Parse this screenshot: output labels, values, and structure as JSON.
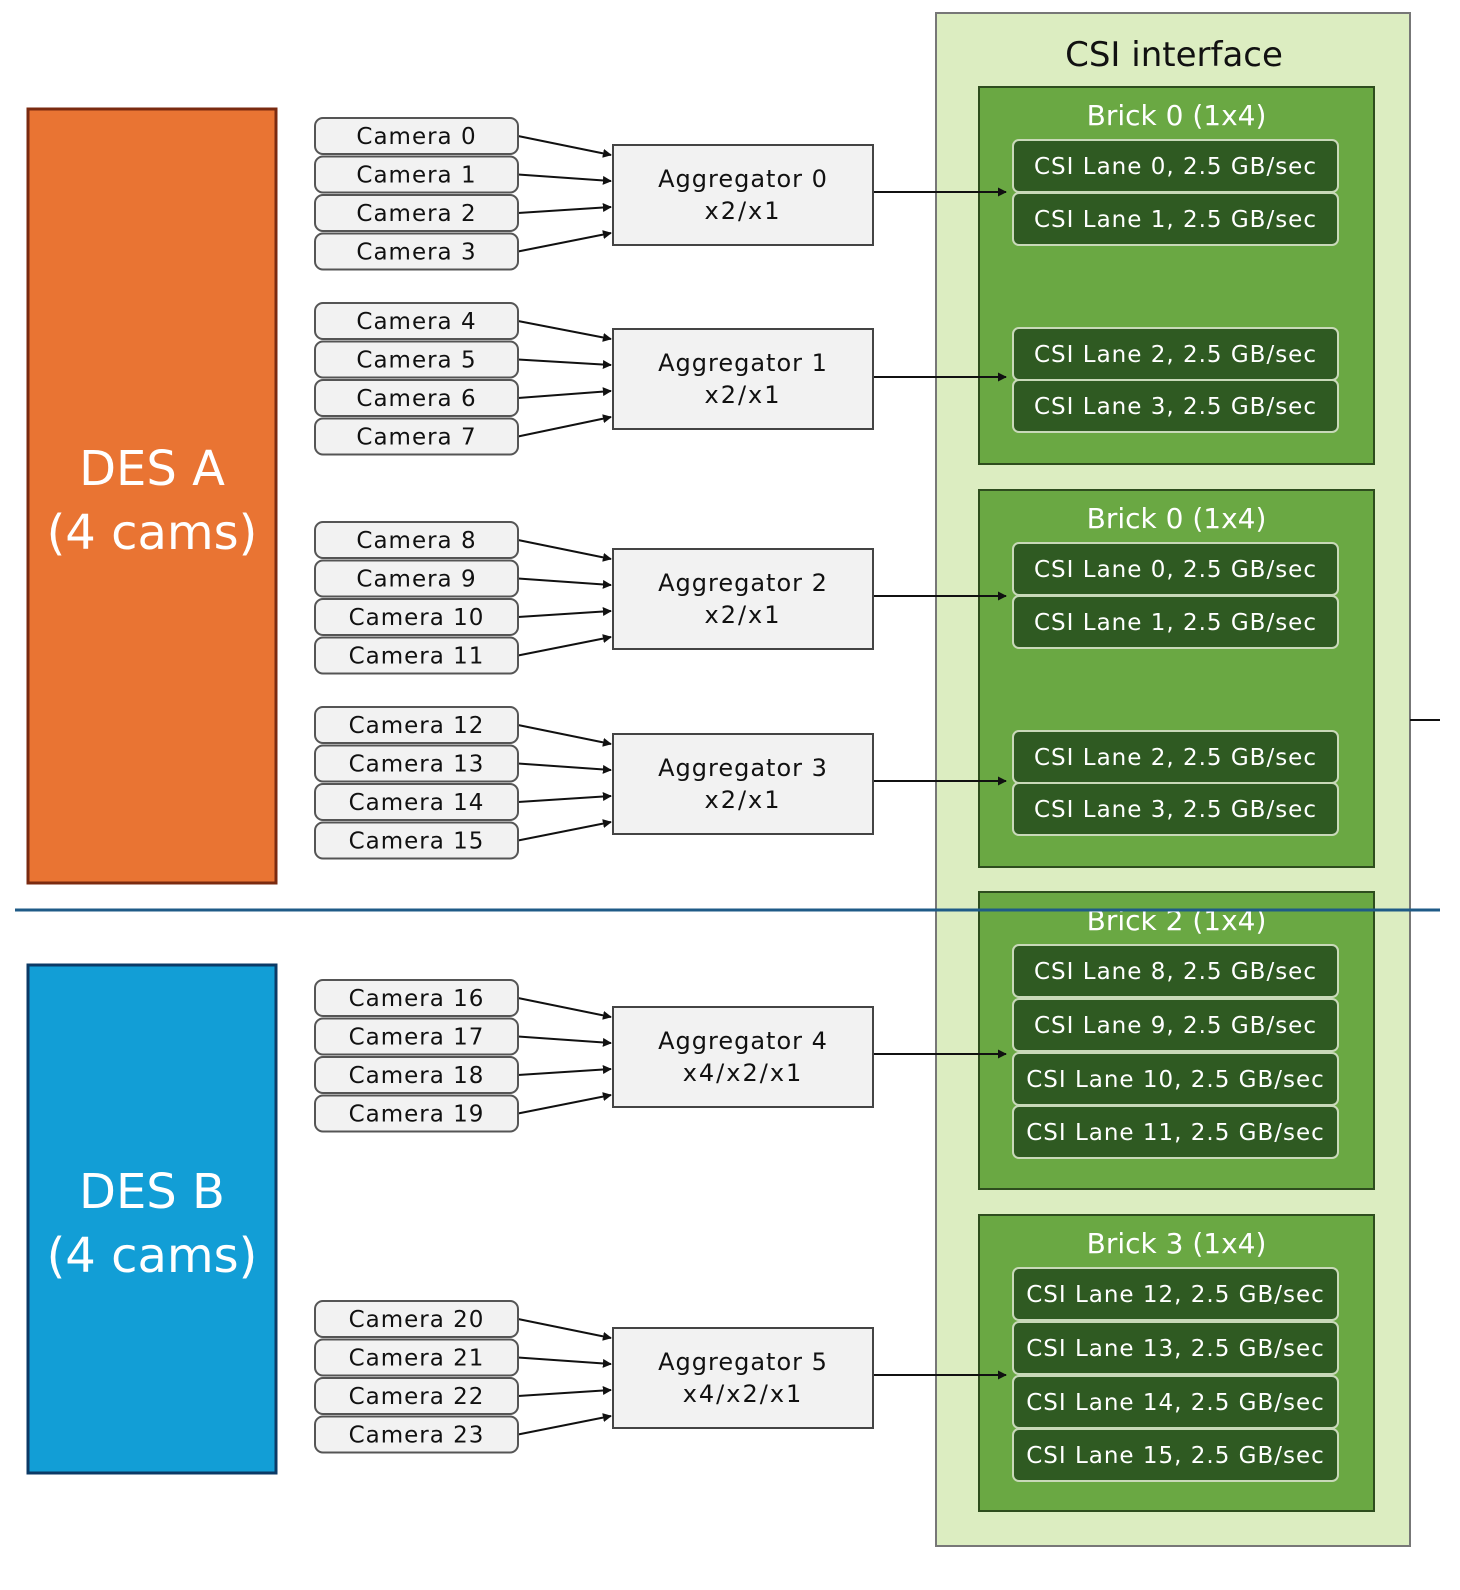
{
  "des": [
    {
      "line1": "DES A",
      "line2": "(4 cams)",
      "color": "#e97433",
      "border": "#7a2a10"
    },
    {
      "line1": "DES B",
      "line2": "(4 cams)",
      "color": "#129ed6",
      "border": "#0b3a66"
    }
  ],
  "aggregators": [
    {
      "name": "Aggregator 0",
      "mode": "x2/x1",
      "cameras": [
        "Camera 0",
        "Camera 1",
        "Camera 2",
        "Camera 3"
      ]
    },
    {
      "name": "Aggregator 1",
      "mode": "x2/x1",
      "cameras": [
        "Camera 4",
        "Camera 5",
        "Camera 6",
        "Camera 7"
      ]
    },
    {
      "name": "Aggregator 2",
      "mode": "x2/x1",
      "cameras": [
        "Camera 8",
        "Camera 9",
        "Camera 10",
        "Camera 11"
      ]
    },
    {
      "name": "Aggregator 3",
      "mode": "x2/x1",
      "cameras": [
        "Camera 12",
        "Camera 13",
        "Camera 14",
        "Camera 15"
      ]
    },
    {
      "name": "Aggregator 4",
      "mode": "x4/x2/x1",
      "cameras": [
        "Camera 16",
        "Camera 17",
        "Camera 18",
        "Camera 19"
      ]
    },
    {
      "name": "Aggregator 5",
      "mode": "x4/x2/x1",
      "cameras": [
        "Camera 20",
        "Camera 21",
        "Camera 22",
        "Camera 23"
      ]
    }
  ],
  "csi": {
    "title": "CSI interface",
    "bricks": [
      {
        "title": "Brick 0 (1x4)",
        "lanes": [
          "CSI Lane 0, 2.5 GB/sec",
          "CSI Lane 1, 2.5 GB/sec",
          "CSI Lane 2, 2.5 GB/sec",
          "CSI Lane 3, 2.5 GB/sec"
        ]
      },
      {
        "title": "Brick 0 (1x4)",
        "lanes": [
          "CSI Lane 0, 2.5 GB/sec",
          "CSI Lane 1, 2.5 GB/sec",
          "CSI Lane 2, 2.5 GB/sec",
          "CSI Lane 3, 2.5 GB/sec"
        ]
      },
      {
        "title": "Brick 2 (1x4)",
        "lanes": [
          "CSI Lane 8, 2.5 GB/sec",
          "CSI Lane 9, 2.5 GB/sec",
          "CSI Lane 10, 2.5 GB/sec",
          "CSI Lane 11, 2.5 GB/sec"
        ]
      },
      {
        "title": "Brick 3 (1x4)",
        "lanes": [
          "CSI Lane 12, 2.5 GB/sec",
          "CSI Lane 13, 2.5 GB/sec",
          "CSI Lane 14, 2.5 GB/sec",
          "CSI Lane 15, 2.5 GB/sec"
        ]
      }
    ]
  },
  "colors": {
    "csi_bg": "#dcedc1",
    "brick_bg": "#6aa843",
    "lane_bg": "#2f5a22",
    "node_bg": "#f2f2f2",
    "divider": "#1f5b87"
  }
}
